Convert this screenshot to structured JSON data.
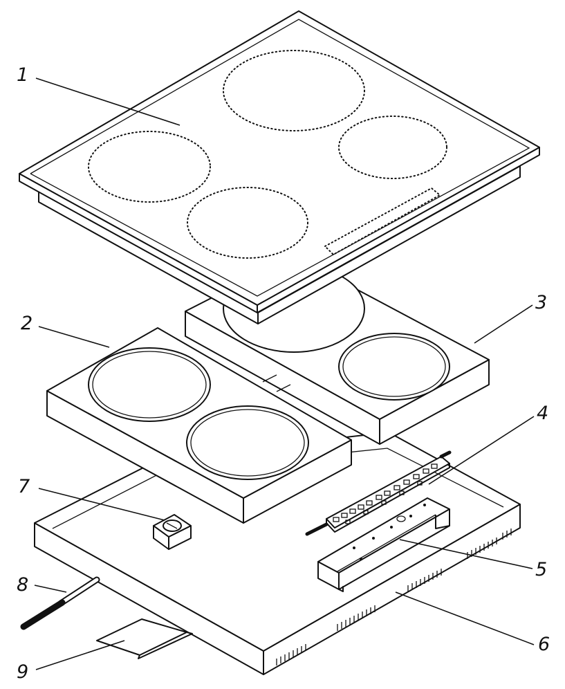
{
  "callouts": [
    {
      "id": "1",
      "label": "1",
      "part": "glass-ceramic-top"
    },
    {
      "id": "2",
      "label": "2",
      "part": "heating-plate-left"
    },
    {
      "id": "3",
      "label": "3",
      "part": "heating-plate-right"
    },
    {
      "id": "4",
      "label": "4",
      "part": "control-circuit-board"
    },
    {
      "id": "5",
      "label": "5",
      "part": "board-bracket"
    },
    {
      "id": "6",
      "label": "6",
      "part": "bottom-housing"
    },
    {
      "id": "7",
      "label": "7",
      "part": "terminal-block"
    },
    {
      "id": "8",
      "label": "8",
      "part": "power-cable"
    },
    {
      "id": "9",
      "label": "9",
      "part": "cover-plate"
    }
  ]
}
